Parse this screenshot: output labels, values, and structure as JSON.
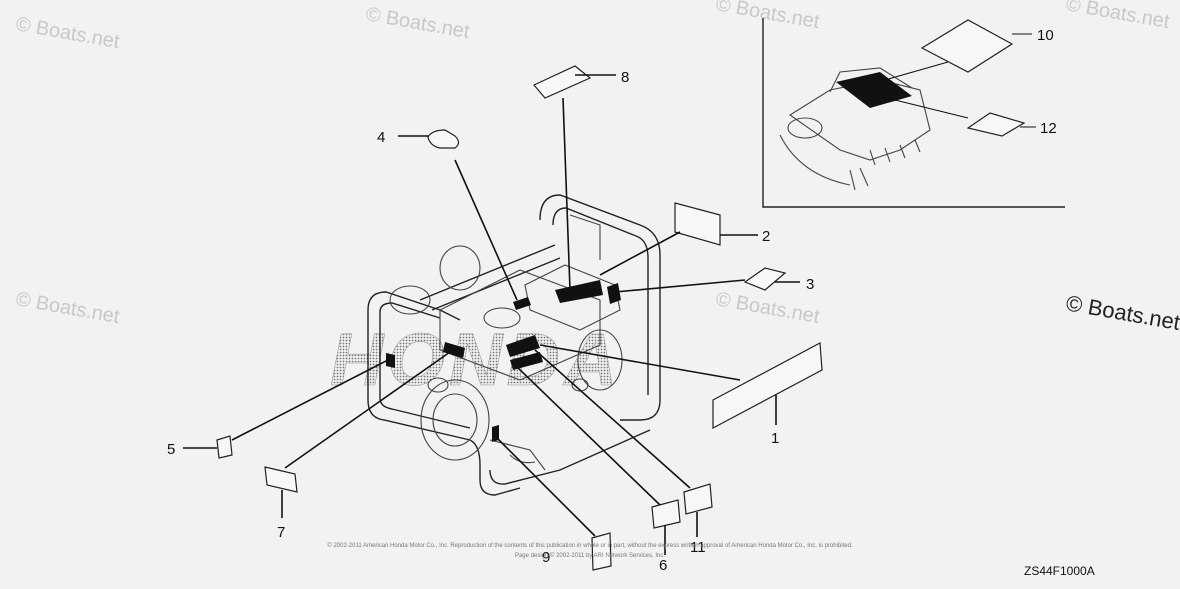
{
  "watermarks": {
    "text": "© Boats.net"
  },
  "callouts": {
    "c1": "1",
    "c2": "2",
    "c3": "3",
    "c4": "4",
    "c5": "5",
    "c6": "6",
    "c7": "7",
    "c8": "8",
    "c9": "9",
    "c10": "10",
    "c11": "11",
    "c12": "12"
  },
  "diagram_code": "ZS44F1000A",
  "copyright": {
    "line1": "© 2002-2011 American Honda Motor Co., Inc. Reproduction of the contents of this publication in whole or in part, without the express written approval of American Honda Motor Co., Inc. is prohibited.",
    "line2": "Page design © 2002-2011 by ARI Network Services, Inc."
  },
  "brand_text": "HONDA"
}
